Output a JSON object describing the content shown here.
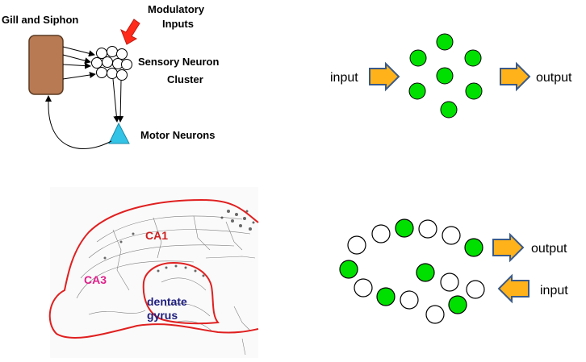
{
  "aplysia": {
    "gill_label": "Gill and Siphon",
    "modulatory_line1": "Modulatory",
    "modulatory_line2": "Inputs",
    "sensory_line1": "Sensory Neuron",
    "sensory_line2": "Cluster",
    "motor_label": "Motor Neurons"
  },
  "feedforward": {
    "input_label": "input",
    "output_label": "output"
  },
  "hippocampus": {
    "ca1_label": "CA1",
    "ca3_label": "CA3",
    "dentate_line1": "dentate",
    "dentate_line2": "gyrus"
  },
  "recurrent": {
    "output_label": "output",
    "input_label": "input"
  },
  "colors": {
    "gill_fill": "#b87a52",
    "modulatory_arrow": "#ff2a1a",
    "motor_fill": "#33c3e6",
    "neuron_active": "#00e000",
    "arrow_fill": "#ffb21a",
    "arrow_stroke": "#3a5a8a",
    "hippo_outline": "#e02020",
    "ca1_text": "#cc2020",
    "ca3_text": "#e0208a",
    "dentate_text": "#202080"
  },
  "icons": {
    "modulatory_arrow": "red-arrow",
    "flow_arrow": "block-arrow"
  }
}
